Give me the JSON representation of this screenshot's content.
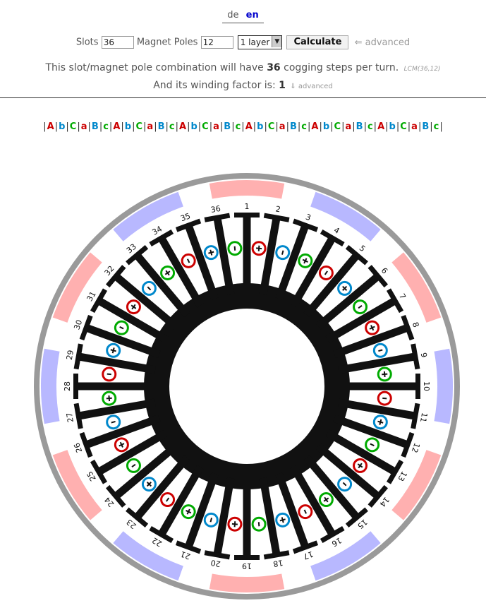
{
  "lang": {
    "de": "de",
    "en": "en"
  },
  "form": {
    "slots_label": "Slots",
    "slots_value": "36",
    "poles_label": "Magnet Poles",
    "poles_value": "12",
    "layer_select": "1 layer",
    "calculate": "Calculate",
    "advanced": "⇐ advanced"
  },
  "info": {
    "cogging_pre": "This slot/magnet pole combination will have",
    "cogging_steps": "36",
    "cogging_post": "cogging steps per turn.",
    "lcm": "LCM(36,12)",
    "winding_pre": "And its winding factor is:",
    "winding_factor": "1",
    "advanced2": "⇓ advanced"
  },
  "colors": {
    "A": "#cc0000",
    "B": "#0088cc",
    "C": "#00aa00",
    "magnet_red": "#ffb0b0",
    "magnet_blue": "#b8b8ff",
    "ring": "#9a9a9a"
  },
  "sequence": [
    "A",
    "b",
    "C",
    "a",
    "B",
    "c",
    "A",
    "b",
    "C",
    "a",
    "B",
    "c",
    "A",
    "b",
    "C",
    "a",
    "B",
    "c",
    "A",
    "b",
    "C",
    "a",
    "B",
    "c",
    "A",
    "b",
    "C",
    "a",
    "B",
    "c",
    "A",
    "b",
    "C",
    "a",
    "B",
    "c"
  ],
  "slot_numbers": [
    "1",
    "2",
    "3",
    "4",
    "5",
    "6",
    "7",
    "8",
    "9",
    "10",
    "11",
    "12",
    "13",
    "14",
    "15",
    "16",
    "17",
    "18",
    "19",
    "20",
    "21",
    "22",
    "23",
    "24",
    "25",
    "26",
    "27",
    "28",
    "29",
    "30",
    "31",
    "32",
    "33",
    "34",
    "35",
    "36"
  ],
  "magnets": [
    "red",
    "blue",
    "red",
    "blue",
    "red",
    "blue",
    "red",
    "blue",
    "red",
    "blue",
    "red",
    "blue"
  ]
}
